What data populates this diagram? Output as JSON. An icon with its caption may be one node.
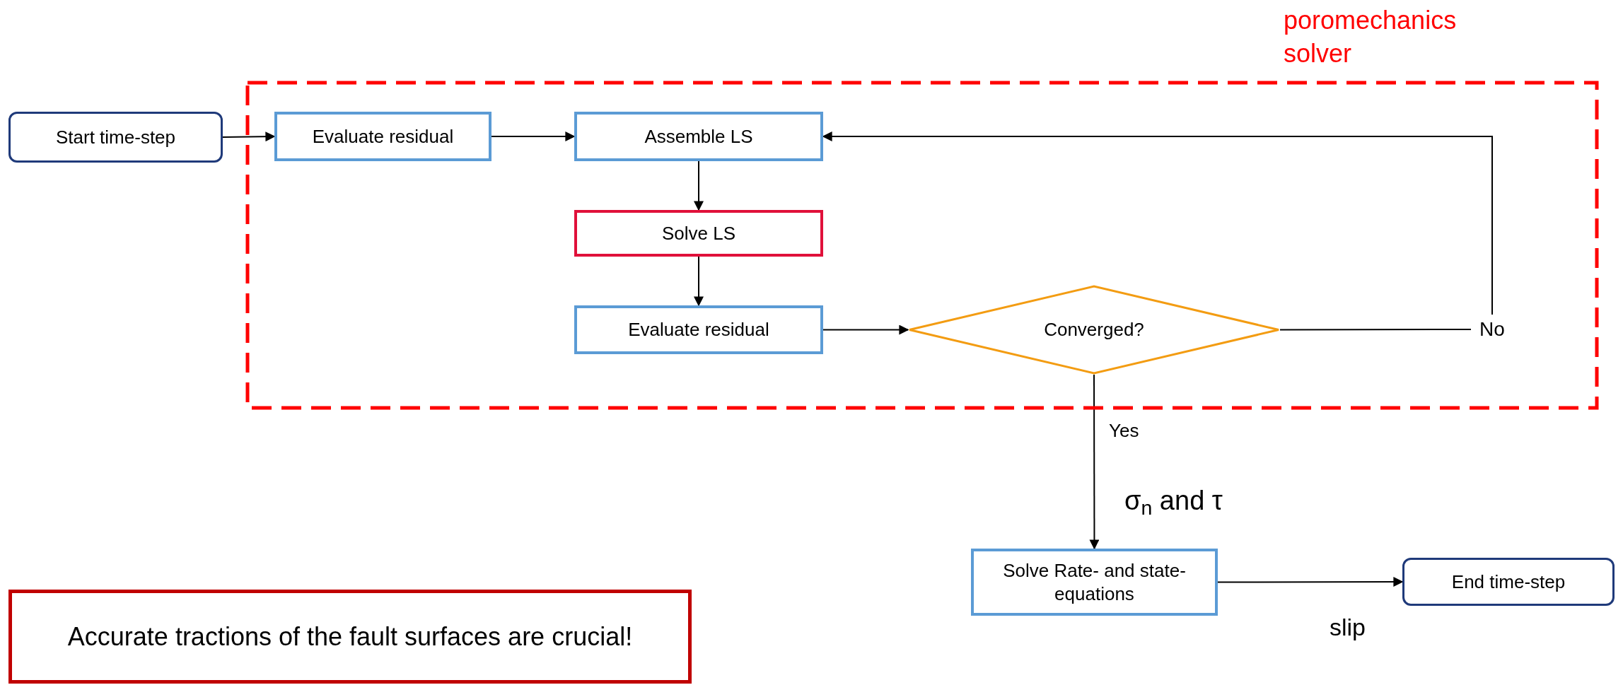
{
  "diagram": {
    "nodes": [
      {
        "text": [
          "Start time-step"
        ]
      },
      {
        "text": [
          "poromechanics solver"
        ]
      },
      {
        "text": [
          "Evaluate residual"
        ],
        "in": 1
      },
      {
        "text": [
          "Assemble LS"
        ],
        "in": 1
      },
      {
        "text": [
          "Solve LS"
        ],
        "in": 1
      },
      {
        "text": [
          "Evaluate residual"
        ],
        "in": 1
      },
      {
        "text": [
          "Converged?"
        ],
        "in": 1
      },
      {
        "text": [
          "No"
        ],
        "in": 1
      },
      {
        "text": [
          "Solve Rate- and state- equations"
        ]
      },
      {
        "text": [
          "End time-step"
        ]
      },
      {
        "text": [
          "Accurate tractions of the fault surfaces are crucial!"
        ]
      }
    ],
    "edges": [
      {
        "from": 0,
        "to": 2,
        "arrow": "to"
      },
      {
        "from": 2,
        "to": 3,
        "arrow": "to"
      },
      {
        "from": 3,
        "to": 4,
        "arrow": "to"
      },
      {
        "from": 4,
        "to": 5,
        "arrow": "to"
      },
      {
        "from": 5,
        "to": 6,
        "arrow": "to"
      },
      {
        "from": 6,
        "to": 7,
        "arrow": "none"
      },
      {
        "from": 7,
        "to": 3,
        "arrow": "to"
      },
      {
        "from": 6,
        "to": 8,
        "arrow": "to",
        "label": "Yes"
      },
      {
        "from": 8,
        "to": 9,
        "arrow": "to",
        "label": "slip"
      }
    ],
    "labels": [
      "σ$_{n}$ and τ"
    ]
  }
}
